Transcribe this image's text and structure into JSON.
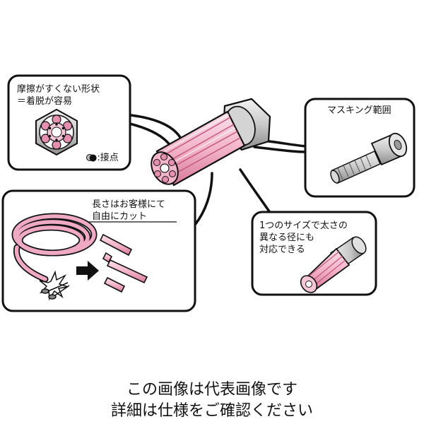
{
  "callouts": {
    "shape": {
      "line1": "摩擦がすくない形状",
      "line2": "＝着脱が容易",
      "legend": "●:接点"
    },
    "masking": {
      "title": "マスキング範囲"
    },
    "length": {
      "line1": "長さはお客様にて",
      "line2": "自由にカット"
    },
    "size": {
      "line1": "1つのサイズで太さの",
      "line2": "異なる径にも",
      "line3": "対応できる"
    }
  },
  "caption": {
    "line1": "この画像は代表画像です",
    "line2": "詳細は仕様をご確認ください"
  },
  "colors": {
    "pink_light": "#f6c6d6",
    "pink_mid": "#e58fae",
    "pink_dark": "#c95f85",
    "gray_light": "#e4e4e4",
    "gray_mid": "#b8b8b8",
    "gray_dark": "#7a7a7a",
    "outline": "#111111"
  }
}
